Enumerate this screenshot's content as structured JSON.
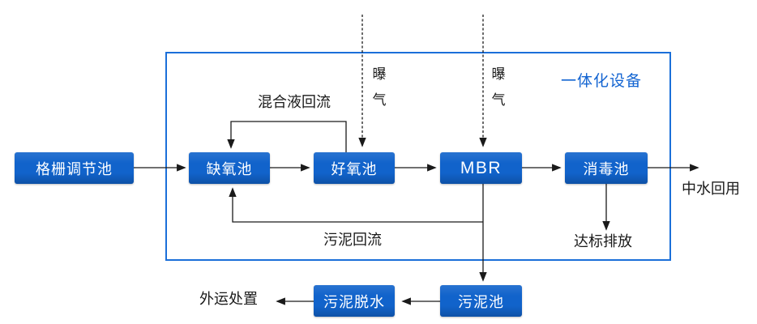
{
  "container": {
    "label": "一体化设备"
  },
  "nodes": {
    "grid_tank": "格栅调节池",
    "anoxic_tank": "缺氧池",
    "aerobic_tank": "好氧池",
    "mbr": "MBR",
    "disinfection_tank": "消毒池",
    "sludge_tank": "污泥池",
    "sludge_dewatering": "污泥脱水"
  },
  "labels": {
    "mixed_liquor_return": "混合液回流",
    "aeration": "曝气",
    "reclaimed_water_reuse": "中水回用",
    "sludge_return": "污泥回流",
    "compliant_discharge": "达标排放",
    "offsite_disposal": "外运处置"
  },
  "edges": [
    {
      "from": "grid_tank",
      "to": "anoxic_tank",
      "style": "solid"
    },
    {
      "from": "anoxic_tank",
      "to": "aerobic_tank",
      "style": "solid"
    },
    {
      "from": "aerobic_tank",
      "to": "mbr",
      "style": "solid"
    },
    {
      "from": "mbr",
      "to": "disinfection_tank",
      "style": "solid"
    },
    {
      "from": "disinfection_tank",
      "to": "reclaimed_water_reuse",
      "style": "solid"
    },
    {
      "from": "aerobic_tank",
      "to": "anoxic_tank",
      "label": "混合液回流",
      "style": "solid"
    },
    {
      "from": "mbr",
      "to": "anoxic_tank",
      "label": "污泥回流",
      "style": "solid"
    },
    {
      "from": "mbr",
      "to": "sludge_tank",
      "style": "solid"
    },
    {
      "from": "disinfection_tank",
      "to": "compliant_discharge",
      "style": "solid"
    },
    {
      "from": "sludge_tank",
      "to": "sludge_dewatering",
      "style": "solid"
    },
    {
      "from": "sludge_dewatering",
      "to": "offsite_disposal",
      "style": "solid"
    },
    {
      "from": "aeration",
      "to": "aerobic_tank",
      "style": "dashed"
    },
    {
      "from": "aeration",
      "to": "mbr",
      "style": "dashed"
    }
  ],
  "colors": {
    "box_fill": "#1163cb",
    "box_text": "#ffffff",
    "container_border": "#1b6fd9",
    "label_blue": "#1465d2",
    "line": "#1a1a1a"
  }
}
